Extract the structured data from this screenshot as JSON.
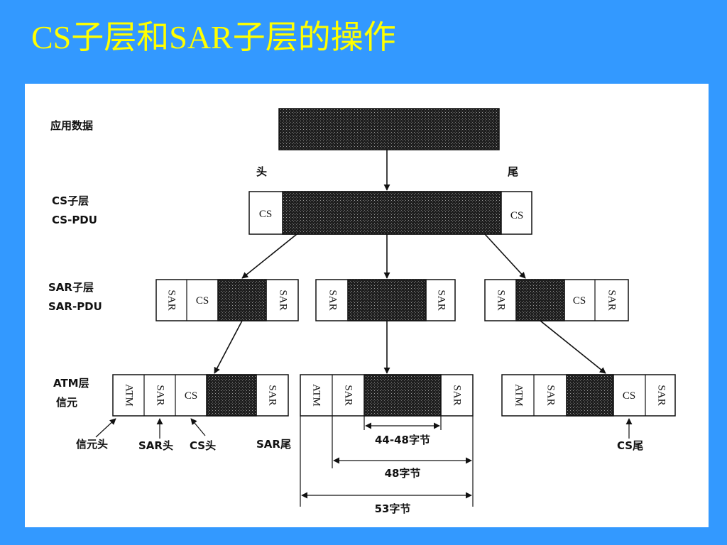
{
  "slide": {
    "title": "CS子层和SAR子层的操作"
  },
  "diagram": {
    "row_labels": {
      "app_data": "应用数据",
      "cs_layer": "CS子层",
      "cs_pdu": "CS-PDU",
      "sar_layer": "SAR子层",
      "sar_pdu": "SAR-PDU",
      "atm_layer": "ATM层",
      "cell": "信元"
    },
    "head_label": "头",
    "tail_label": "尾",
    "cell_text": {
      "cs": "CS",
      "sar": "SAR",
      "atm": "ATM"
    },
    "callouts": {
      "cell_header": "信元头",
      "sar_header": "SAR头",
      "cs_header": "CS头",
      "sar_tail": "SAR尾",
      "cs_tail": "CS尾"
    },
    "dimensions": {
      "payload": "44-48字节",
      "sar_pdu": "48字节",
      "atm_cell": "53字节"
    }
  }
}
